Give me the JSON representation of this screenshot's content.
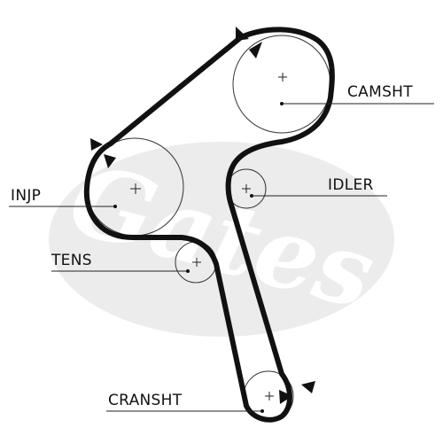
{
  "diagram": {
    "watermark_logo_text": "Gates",
    "colors": {
      "belt": "#111111",
      "pulley": "#333333",
      "watermark": "#ececec",
      "text": "#111111"
    },
    "labels": {
      "camshaft": "CAMSHT",
      "idler": "IDLER",
      "injection_pump": "INJP",
      "tensioner": "TENS",
      "crankshaft": "CRANSHT"
    }
  }
}
